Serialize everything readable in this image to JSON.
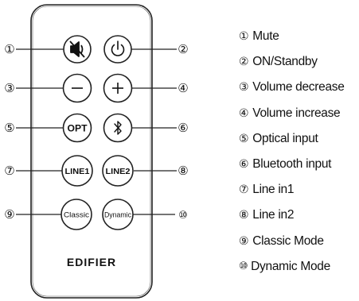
{
  "remote": {
    "brand": "EDIFIER",
    "buttons": [
      {
        "id": "mute",
        "num": "①",
        "label": "",
        "icon": "mute-icon"
      },
      {
        "id": "power",
        "num": "②",
        "label": "",
        "icon": "power-icon"
      },
      {
        "id": "volume-down",
        "num": "③",
        "label": "",
        "icon": "minus-icon"
      },
      {
        "id": "volume-up",
        "num": "④",
        "label": "",
        "icon": "plus-icon"
      },
      {
        "id": "optical",
        "num": "⑤",
        "label": "OPT",
        "icon": ""
      },
      {
        "id": "bluetooth",
        "num": "⑥",
        "label": "",
        "icon": "bluetooth-icon"
      },
      {
        "id": "line1",
        "num": "⑦",
        "label": "LINE1",
        "icon": ""
      },
      {
        "id": "line2",
        "num": "⑧",
        "label": "LINE2",
        "icon": ""
      },
      {
        "id": "classic",
        "num": "⑨",
        "label": "Classic",
        "icon": ""
      },
      {
        "id": "dynamic",
        "num": "⑩",
        "label": "Dynamic",
        "icon": ""
      }
    ]
  },
  "legend": {
    "items": [
      {
        "num": "①",
        "text": "Mute"
      },
      {
        "num": "②",
        "text": "ON/Standby"
      },
      {
        "num": "③",
        "text": "Volume decrease"
      },
      {
        "num": "④",
        "text": "Volume increase"
      },
      {
        "num": "⑤",
        "text": "Optical input"
      },
      {
        "num": "⑥",
        "text": "Bluetooth input"
      },
      {
        "num": "⑦",
        "text": "Line in1"
      },
      {
        "num": "⑧",
        "text": "Line in2"
      },
      {
        "num": "⑨",
        "text": "Classic Mode"
      },
      {
        "num": "⑩",
        "text": "Dynamic Mode"
      }
    ]
  }
}
